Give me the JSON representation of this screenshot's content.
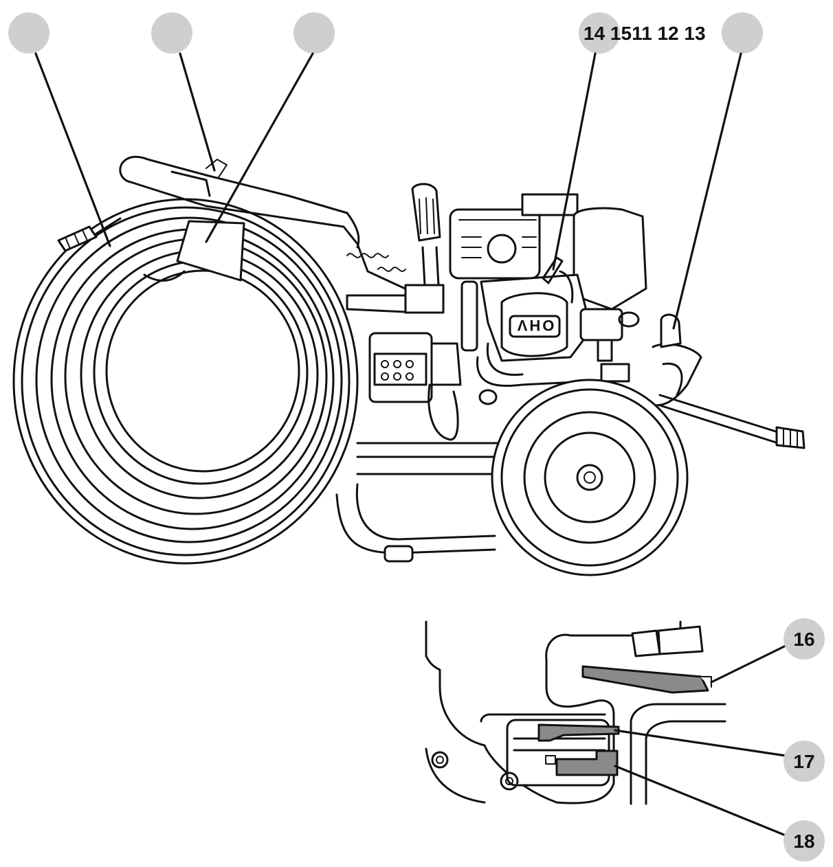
{
  "callouts_top_numbers": "14 1511 12 13",
  "callouts_bottom": [
    "16",
    "17",
    "18"
  ],
  "engine_badge": "OHV",
  "colors": {
    "badge": "#c9c9c9",
    "line": "#111111",
    "part_fill": "#8a8a8a"
  }
}
